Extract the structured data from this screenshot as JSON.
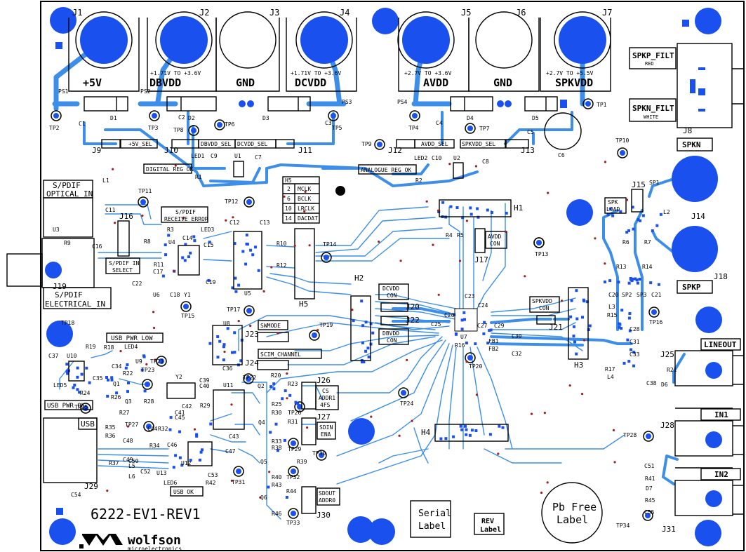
{
  "board": {
    "title": "6222-EV1-REV1",
    "logo_text": "wolfson",
    "logo_sub": "microelectronics",
    "serial_label": [
      "Serial",
      "Label"
    ],
    "rev_label": [
      "REV",
      "Label"
    ],
    "pbfree_label": [
      "Pb Free",
      "Label"
    ]
  },
  "colors": {
    "trace": "#3c8ee8",
    "pad": "#1a50ee",
    "ink": "#000000",
    "via": "#a02020"
  },
  "jacks": [
    {
      "ref": "J1",
      "label": "+5V",
      "range": ""
    },
    {
      "ref": "J2",
      "label": "DBVDD",
      "range": "+1.71V TO +3.6V"
    },
    {
      "ref": "J3",
      "label": "GND",
      "range": ""
    },
    {
      "ref": "J4",
      "label": "DCVDD",
      "range": "+1.71V TO +3.6V"
    },
    {
      "ref": "J5",
      "label": "AVDD",
      "range": "+2.7V TO +3.6V"
    },
    {
      "ref": "J6",
      "label": "GND",
      "range": ""
    },
    {
      "ref": "J7",
      "label": "SPKVDD",
      "range": "+2.7V TO +5.5V"
    }
  ],
  "boxes": {
    "spkp_filt": [
      "SPKP_FILT",
      "RED"
    ],
    "spkn_filt": [
      "SPKN_FILT",
      "WHITE"
    ],
    "spkn": "SPKN",
    "spkp": "SPKP",
    "spdif_opt": [
      "S/PDIF",
      "OPTICAL_IN"
    ],
    "spdif_elec": [
      "S/PDIF",
      "ELECTRICAL_IN"
    ],
    "spdif_err": [
      "S/PDIF",
      "RECEIVE ERROR"
    ],
    "spdif_sel": [
      "S/PDIF IN",
      "SELECT"
    ],
    "digital_reg": "DIGITAL REG OK",
    "analogue_reg": "ANALOGUE REG OK",
    "usb_pwr_low": "USB PWR LOW",
    "usb_pwr_ok": "USB PWR OK",
    "usb": "USB",
    "usb_ok": "USB OK",
    "swmode": "SWMODE",
    "scim": "SCIM_CHANNEL",
    "cs_addr": [
      "CS",
      "ADDR1",
      "4FS"
    ],
    "sdin": [
      "SDIN",
      "ENA"
    ],
    "sdout": [
      "SDOUT",
      "ADDR0"
    ],
    "dcvdd_con": [
      "DCVDD",
      "CON"
    ],
    "dbvdd_con": [
      "DBVDD",
      "CON"
    ],
    "avdd_con": [
      "AVDD",
      "CON"
    ],
    "spkvdd_con": [
      "SPKVDD",
      "CON"
    ],
    "spk_load": [
      "SPK",
      "LOAD"
    ],
    "lineout": "LINEOUT",
    "in1": "IN1",
    "in2": "IN2",
    "sel_5v": "+5V_SEL",
    "sel_dbvdd": "DBVDD_SEL",
    "sel_dcvdd": "DCVDD_SEL",
    "sel_avdd": "AVDD_SEL",
    "sel_spkvdd": "SPKVDD_SEL"
  },
  "h5_table": {
    "title": "H5",
    "rows": [
      [
        "2",
        "MCLK"
      ],
      [
        "6",
        "BCLK"
      ],
      [
        "10",
        "LRCLK"
      ],
      [
        "14",
        "DACDAT"
      ]
    ]
  },
  "labels": [
    [
      "PS1",
      83,
      133
    ],
    [
      "D1",
      157,
      171
    ],
    [
      "PS2",
      200,
      133
    ],
    [
      "D2",
      268,
      171
    ],
    [
      "D3",
      374,
      171
    ],
    [
      "PS3",
      487,
      148
    ],
    [
      "PS4",
      566,
      148
    ],
    [
      "D4",
      665,
      171
    ],
    [
      "D5",
      758,
      171
    ],
    [
      "TP1",
      850,
      152
    ],
    [
      "C1",
      112,
      179
    ],
    [
      "C2",
      254,
      170
    ],
    [
      "C3",
      463,
      178
    ],
    [
      "C4",
      621,
      178
    ],
    [
      "C5",
      751,
      191
    ],
    [
      "C6",
      795,
      224
    ],
    [
      "TP2",
      70,
      185
    ],
    [
      "TP3",
      211,
      185
    ],
    [
      "TP5",
      473,
      185
    ],
    [
      "TP4",
      582,
      185
    ],
    [
      "TP6",
      320,
      180
    ],
    [
      "TP7",
      683,
      186
    ],
    [
      "TP8",
      247,
      188
    ],
    [
      "TP9",
      515,
      208
    ],
    [
      "TP10",
      877,
      203
    ],
    [
      "J9",
      131,
      218
    ],
    [
      "J10",
      234,
      218
    ],
    [
      "J11",
      425,
      218
    ],
    [
      "J12",
      553,
      218
    ],
    [
      "J13",
      742,
      218
    ],
    [
      "J8",
      973,
      190
    ],
    [
      "LED1",
      272,
      225
    ],
    [
      "C9",
      300,
      225
    ],
    [
      "U1",
      334,
      225
    ],
    [
      "C7",
      363,
      227
    ],
    [
      "LED2",
      590,
      228
    ],
    [
      "C10",
      615,
      228
    ],
    [
      "U2",
      646,
      228
    ],
    [
      "C8",
      687,
      233
    ],
    [
      "R1",
      278,
      255
    ],
    [
      "R2",
      592,
      260
    ],
    [
      "L1",
      146,
      260
    ],
    [
      "C11",
      150,
      302
    ],
    [
      "J16",
      170,
      312
    ],
    [
      "U3",
      75,
      330
    ],
    [
      "TP11",
      197,
      275
    ],
    [
      "TP12",
      320,
      290
    ],
    [
      "R9",
      91,
      349
    ],
    [
      "C16",
      131,
      354
    ],
    [
      "J19",
      75,
      412
    ],
    [
      "R8",
      205,
      347
    ],
    [
      "U4",
      240,
      348
    ],
    [
      "R3",
      238,
      330
    ],
    [
      "LED3",
      286,
      330
    ],
    [
      "C14",
      260,
      342
    ],
    [
      "C15",
      290,
      352
    ],
    [
      "R11",
      219,
      380
    ],
    [
      "C17",
      218,
      390
    ],
    [
      "C22",
      188,
      407
    ],
    [
      "U6",
      218,
      423
    ],
    [
      "C18",
      242,
      423
    ],
    [
      "Y1",
      262,
      423
    ],
    [
      "C19",
      293,
      405
    ],
    [
      "TP15",
      258,
      453
    ],
    [
      "C12",
      327,
      320
    ],
    [
      "C13",
      370,
      320
    ],
    [
      "R10",
      394,
      350
    ],
    [
      "R12",
      394,
      381
    ],
    [
      "U5",
      348,
      421
    ],
    [
      "H5",
      426,
      437
    ],
    [
      "TP14",
      460,
      351
    ],
    [
      "H1",
      732,
      300
    ],
    [
      "R4",
      635,
      338
    ],
    [
      "R5",
      651,
      338
    ],
    [
      "J17",
      676,
      374
    ],
    [
      "TP13",
      762,
      365
    ],
    [
      "J15",
      900,
      267
    ],
    [
      "SP1",
      925,
      263
    ],
    [
      "L2",
      945,
      305
    ],
    [
      "J14",
      985,
      312
    ],
    [
      "R6",
      887,
      348
    ],
    [
      "R7",
      918,
      348
    ],
    [
      "R13",
      878,
      383
    ],
    [
      "R14",
      915,
      383
    ],
    [
      "C20",
      867,
      423
    ],
    [
      "SP2",
      886,
      423
    ],
    [
      "SP3",
      907,
      423
    ],
    [
      "C21",
      928,
      423
    ],
    [
      "J18",
      1017,
      398
    ],
    [
      "H2",
      505,
      400
    ],
    [
      "J20",
      578,
      441
    ],
    [
      "J22",
      578,
      460
    ],
    [
      "C26",
      633,
      452
    ],
    [
      "C25",
      614,
      465
    ],
    [
      "C23",
      662,
      425
    ],
    [
      "C24",
      681,
      438
    ],
    [
      "C27",
      680,
      467
    ],
    [
      "C29",
      704,
      467
    ],
    [
      "U7",
      656,
      483
    ],
    [
      "R16",
      648,
      495
    ],
    [
      "FB1",
      696,
      489
    ],
    [
      "FB2",
      696,
      500
    ],
    [
      "C30",
      729,
      482
    ],
    [
      "C32",
      729,
      507
    ],
    [
      "TP20",
      668,
      525
    ],
    [
      "J21",
      782,
      470
    ],
    [
      "H3",
      818,
      524
    ],
    [
      "L3",
      867,
      440
    ],
    [
      "R15",
      865,
      452
    ],
    [
      "C28",
      897,
      472
    ],
    [
      "C31",
      897,
      490
    ],
    [
      "C33",
      897,
      508
    ],
    [
      "R17",
      862,
      529
    ],
    [
      "L4",
      865,
      540
    ],
    [
      "TP16",
      925,
      462
    ],
    [
      "J25",
      941,
      509
    ],
    [
      "R21",
      950,
      530
    ],
    [
      "C38",
      921,
      549
    ],
    [
      "D6",
      942,
      551
    ],
    [
      "TP17",
      323,
      444
    ],
    [
      "U8",
      318,
      464
    ],
    [
      "J23",
      349,
      480
    ],
    [
      "TP19",
      455,
      466
    ],
    [
      "J24",
      349,
      521
    ],
    [
      "C36",
      317,
      528
    ],
    [
      "TP22",
      346,
      541
    ],
    [
      "TP18",
      87,
      463
    ],
    [
      "R19",
      122,
      497
    ],
    [
      "U10",
      95,
      510
    ],
    [
      "C37",
      69,
      510
    ],
    [
      "R18",
      148,
      498
    ],
    [
      "LED4",
      177,
      497
    ],
    [
      "U9",
      193,
      518
    ],
    [
      "C34",
      159,
      525
    ],
    [
      "C35",
      132,
      542
    ],
    [
      "TP21",
      214,
      518
    ],
    [
      "TP23",
      201,
      530
    ],
    [
      "R22",
      175,
      535
    ],
    [
      "Q1",
      161,
      550
    ],
    [
      "LED5",
      76,
      552
    ],
    [
      "R24",
      114,
      563
    ],
    [
      "R26",
      158,
      569
    ],
    [
      "Q3",
      178,
      575
    ],
    [
      "R28",
      205,
      575
    ],
    [
      "R27",
      170,
      591
    ],
    [
      "TP25",
      106,
      583
    ],
    [
      "Y2",
      250,
      540
    ],
    [
      "C39",
      284,
      545
    ],
    [
      "C40",
      284,
      553
    ],
    [
      "U11",
      318,
      552
    ],
    [
      "R29",
      285,
      581
    ],
    [
      "C42",
      259,
      582
    ],
    [
      "C41",
      249,
      591
    ],
    [
      "C45",
      249,
      598
    ],
    [
      "C44",
      210,
      614
    ],
    [
      "R32",
      225,
      614
    ],
    [
      "TP27",
      178,
      608
    ],
    [
      "R35",
      150,
      612
    ],
    [
      "R36",
      150,
      624
    ],
    [
      "C48",
      175,
      631
    ],
    [
      "C46",
      238,
      637
    ],
    [
      "R34",
      213,
      638
    ],
    [
      "C47",
      321,
      646
    ],
    [
      "C43",
      326,
      625
    ],
    [
      "C49",
      175,
      658
    ],
    [
      "R37",
      155,
      663
    ],
    [
      "L5",
      183,
      667
    ],
    [
      "C50",
      183,
      660
    ],
    [
      "L6",
      183,
      682
    ],
    [
      "U13",
      223,
      677
    ],
    [
      "C52",
      200,
      675
    ],
    [
      "U12",
      258,
      663
    ],
    [
      "LED6",
      233,
      691
    ],
    [
      "R42",
      293,
      691
    ],
    [
      "C53",
      296,
      680
    ],
    [
      "TP31",
      330,
      690
    ],
    [
      "J29",
      120,
      697
    ],
    [
      "C54",
      101,
      708
    ],
    [
      "Q2",
      367,
      553
    ],
    [
      "R20",
      386,
      538
    ],
    [
      "R23",
      410,
      550
    ],
    [
      "R25",
      387,
      579
    ],
    [
      "TP26",
      410,
      591
    ],
    [
      "R30",
      387,
      591
    ],
    [
      "R31",
      410,
      604
    ],
    [
      "Q4",
      368,
      605
    ],
    [
      "R33",
      387,
      632
    ],
    [
      "TP29",
      410,
      643
    ],
    [
      "R38",
      387,
      641
    ],
    [
      "R39",
      423,
      661
    ],
    [
      "Q5",
      371,
      661
    ],
    [
      "R40",
      387,
      683
    ],
    [
      "TP32",
      408,
      683
    ],
    [
      "R43",
      387,
      694
    ],
    [
      "R44",
      408,
      703
    ],
    [
      "Q6",
      371,
      712
    ],
    [
      "R46",
      387,
      735
    ],
    [
      "TP33",
      408,
      748
    ],
    [
      "J26",
      451,
      546
    ],
    [
      "J27",
      451,
      598
    ],
    [
      "J30",
      451,
      738
    ],
    [
      "TP30",
      445,
      649
    ],
    [
      "TP24",
      570,
      578
    ],
    [
      "H4",
      600,
      620
    ],
    [
      "J28",
      941,
      610
    ],
    [
      "TP28",
      888,
      623
    ],
    [
      "C51",
      918,
      667
    ],
    [
      "R41",
      919,
      685
    ],
    [
      "D7",
      920,
      699
    ],
    [
      "R45",
      919,
      716
    ],
    [
      "C55",
      918,
      733
    ],
    [
      "J31",
      943,
      758
    ],
    [
      "TP34",
      878,
      752
    ]
  ]
}
